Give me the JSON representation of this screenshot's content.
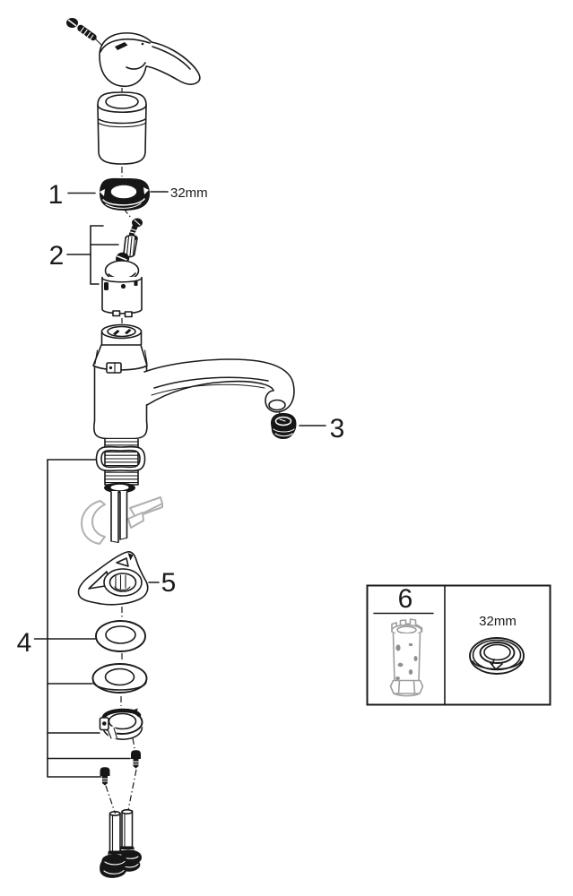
{
  "colors": {
    "line": "#1a1a1a",
    "ghost_part": "#b0b0b0",
    "tool_gray": "#9e9e9e",
    "background": "#ffffff"
  },
  "callouts": [
    {
      "number": "1",
      "size_label": "32mm"
    },
    {
      "number": "2"
    },
    {
      "number": "3"
    },
    {
      "number": "4"
    },
    {
      "number": "5"
    },
    {
      "number": "6",
      "size_label": "32mm"
    }
  ]
}
